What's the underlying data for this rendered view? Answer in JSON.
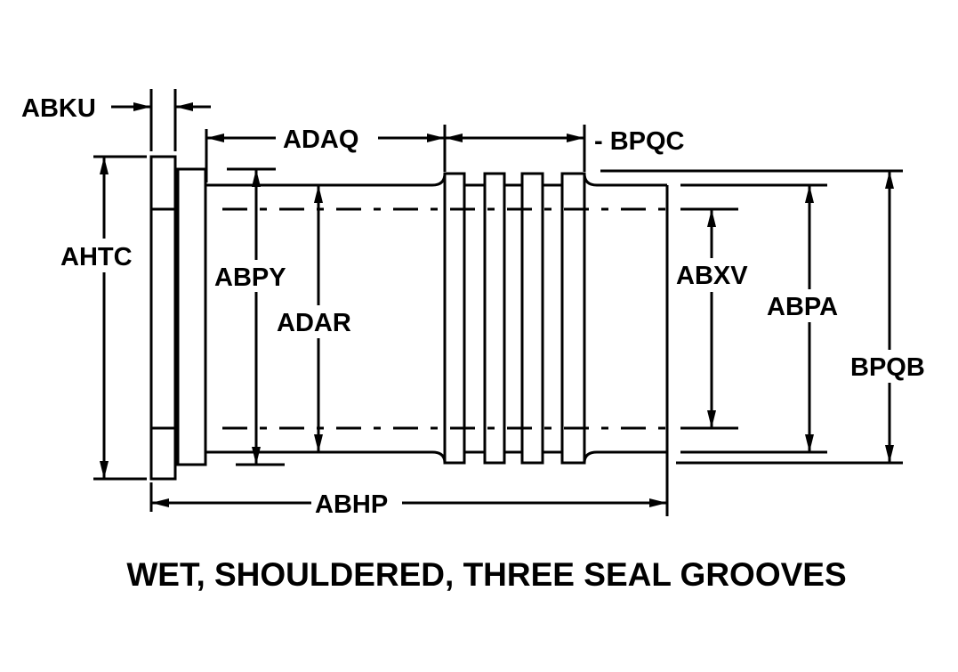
{
  "title": "WET, SHOULDERED, THREE SEAL GROOVES",
  "dimensions": {
    "abku": "ABKU",
    "adaq": "ADAQ",
    "bpqc": "- BPQC",
    "ahtc": "AHTC",
    "abpy": "ABPY",
    "adar": "ADAR",
    "abxv": "ABXV",
    "abpa": "ABPA",
    "bpqb": "BPQB",
    "abhp": "ABHP"
  }
}
